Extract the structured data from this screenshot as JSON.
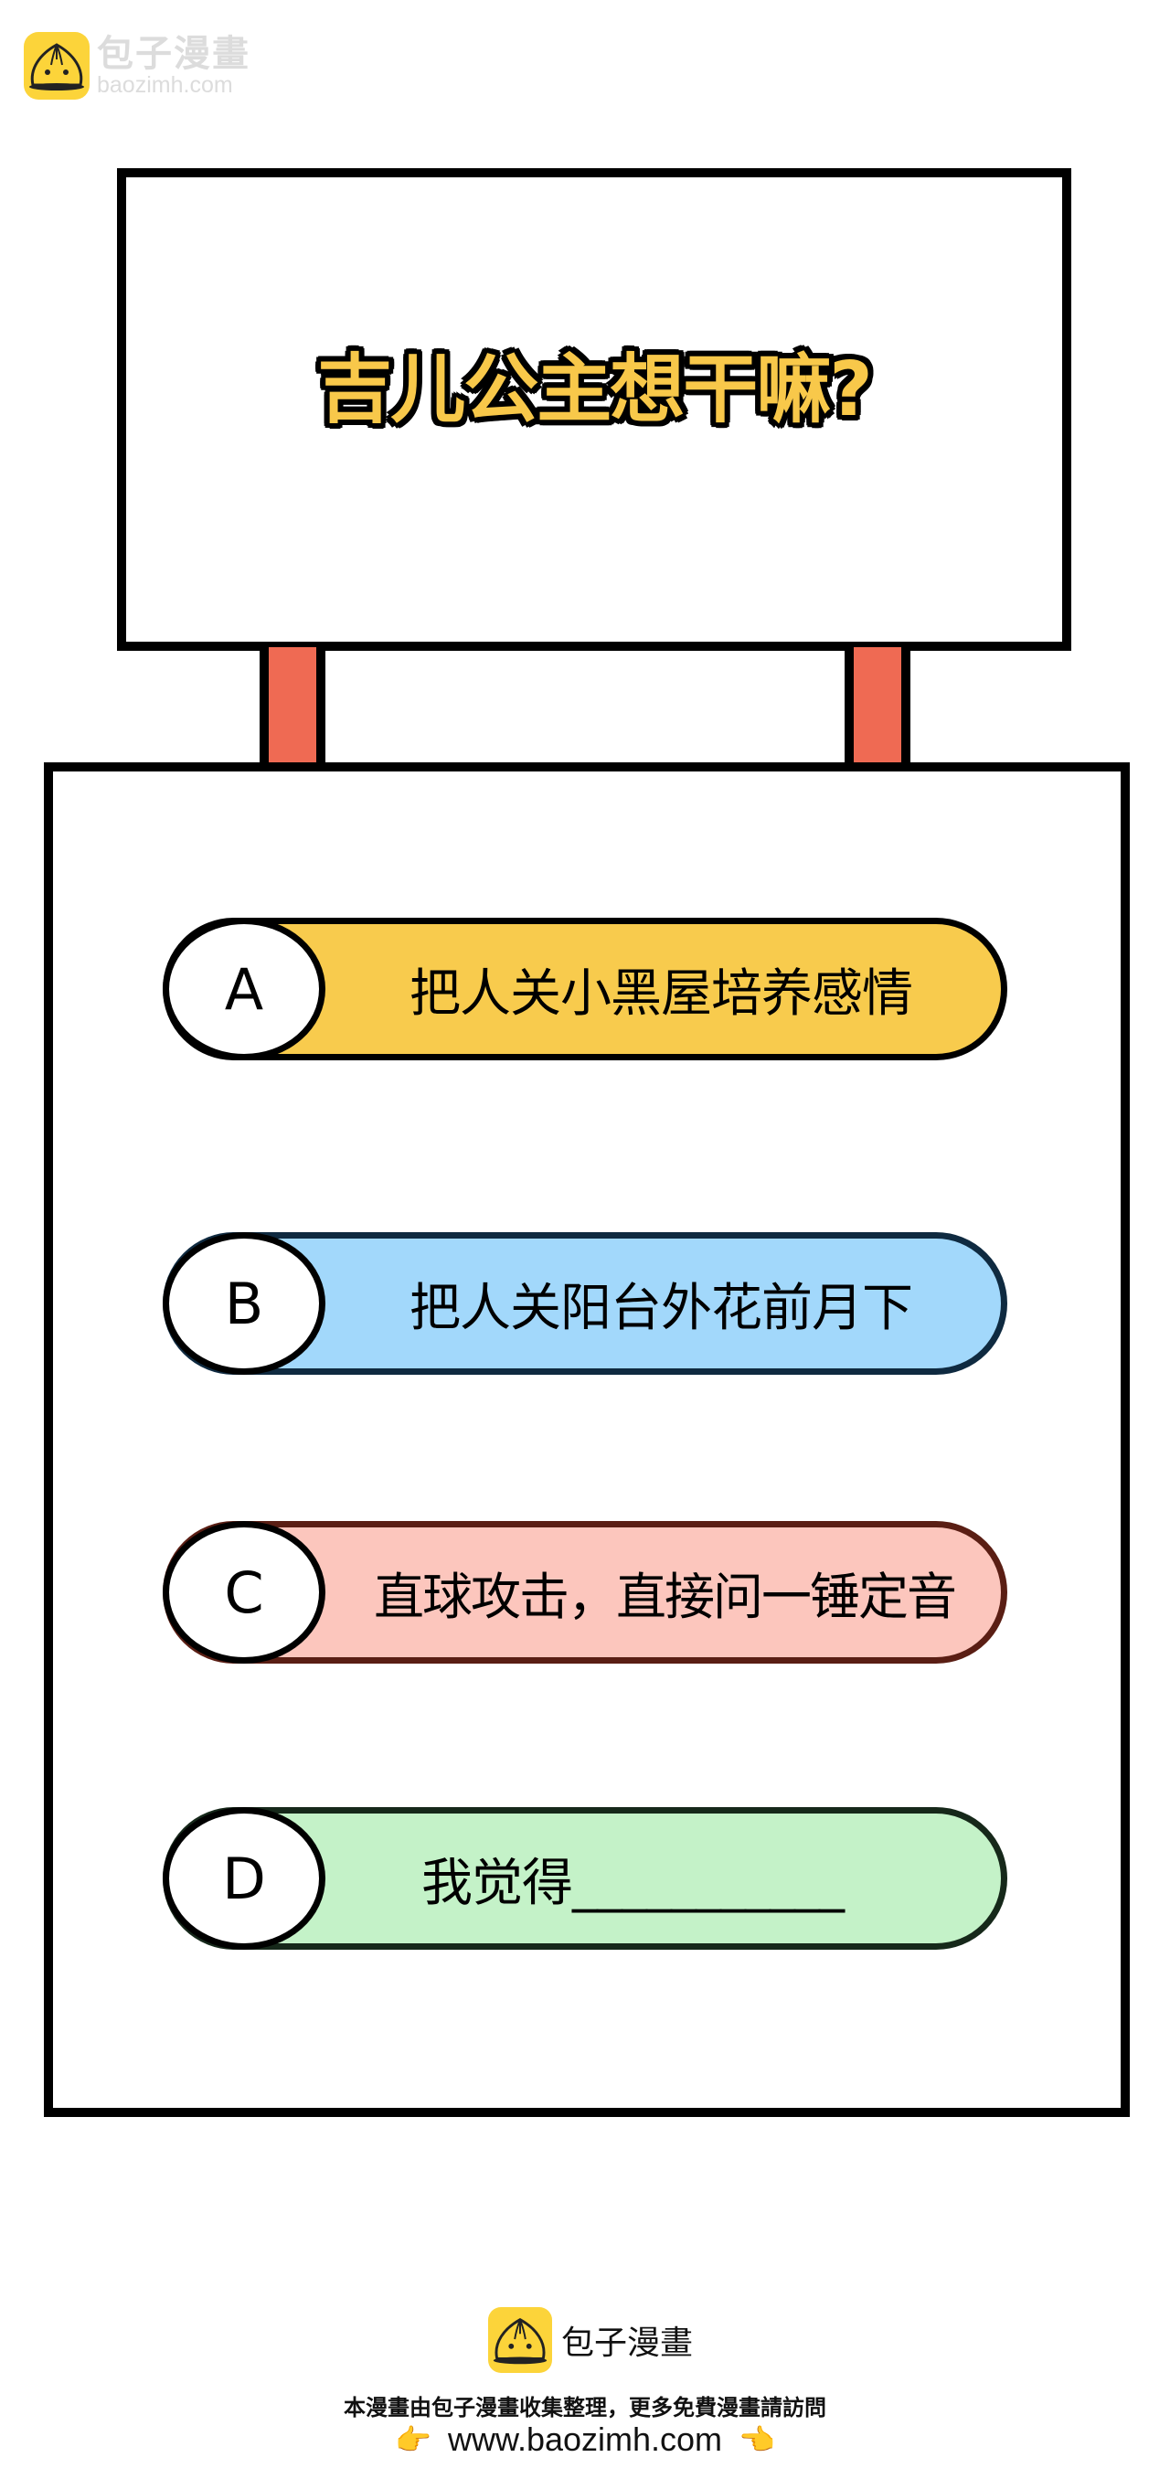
{
  "watermark": {
    "brand_cn": "包子漫畫",
    "brand_url": "baozimh.com",
    "icon": "steamed-bun-icon"
  },
  "sign": {
    "title": "吉儿公主想干嘛?"
  },
  "options": [
    {
      "letter": "A",
      "text": "把人关小黑屋培养感情",
      "fill": "#f8cb4d",
      "border": "#000000"
    },
    {
      "letter": "B",
      "text": "把人关阳台外花前月下",
      "fill": "#a2d8fb",
      "border": "#0f2a40"
    },
    {
      "letter": "C",
      "text": "直球攻击，直接问一锤定音",
      "fill": "#fcc6bd",
      "border": "#5a1e14"
    },
    {
      "letter": "D",
      "text": "我觉得___________",
      "fill": "#c4f2c8",
      "border": "#16281a"
    }
  ],
  "colors": {
    "title_yellow": "#f8c84a",
    "post_red": "#ef6a53",
    "logo_yellow": "#fcd43a"
  },
  "footer": {
    "brand": "包子漫畫",
    "caption": "本漫畫由包子漫畫收集整理，更多免費漫畫請訪問",
    "url": "www.baozimh.com",
    "hand_left": "👉",
    "hand_right": "👈"
  }
}
